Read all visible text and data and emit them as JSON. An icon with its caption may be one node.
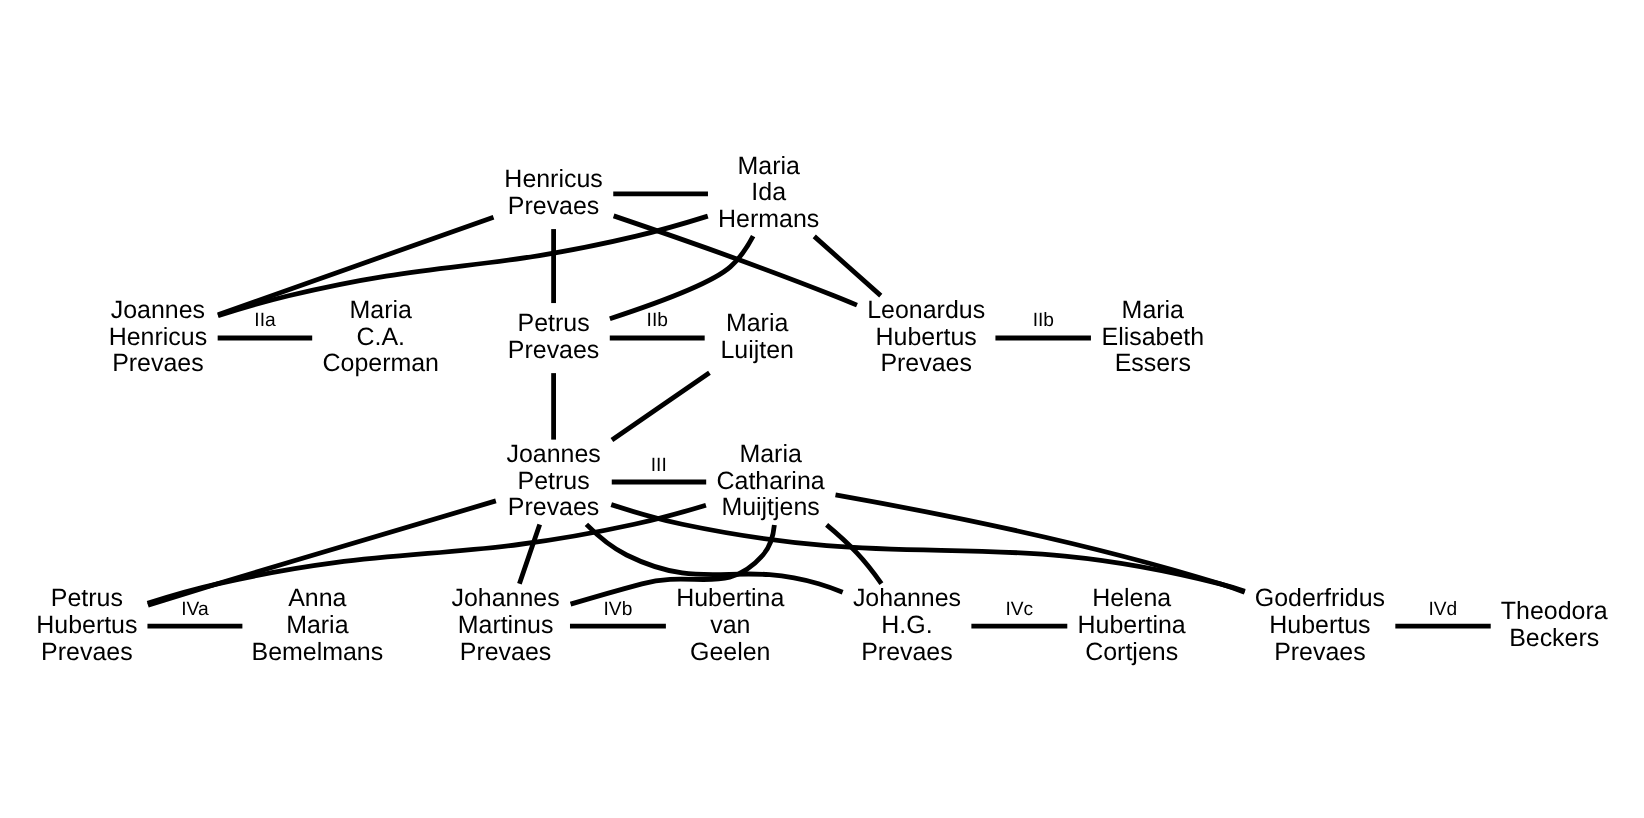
{
  "diagram": {
    "nodes": [
      {
        "text": [
          "Henricus Prevaes"
        ]
      },
      {
        "text": [
          "Maria Ida Hermans"
        ]
      },
      {
        "text": [
          "Joannes Henricus Prevaes"
        ]
      },
      {
        "text": [
          "Maria C.A. Coperman"
        ]
      },
      {
        "text": [
          "Petrus Prevaes"
        ]
      },
      {
        "text": [
          "Maria Luijten"
        ]
      },
      {
        "text": [
          "Leonardus Hubertus Prevaes"
        ]
      },
      {
        "text": [
          "Maria Elisabeth Essers"
        ]
      },
      {
        "text": [
          "Joannes Petrus Prevaes"
        ]
      },
      {
        "text": [
          "Maria Catharina Muijtjens"
        ]
      },
      {
        "text": [
          "Petrus Hubertus Prevaes"
        ]
      },
      {
        "text": [
          "Anna Maria Bemelmans"
        ]
      },
      {
        "text": [
          "Johannes Martinus Prevaes"
        ]
      },
      {
        "text": [
          "Hubertina van Geelen"
        ]
      },
      {
        "text": [
          "Johannes H.G. Prevaes"
        ]
      },
      {
        "text": [
          "Helena Hubertina Cortjens"
        ]
      },
      {
        "text": [
          "Goderfridus Hubertus Prevaes"
        ]
      },
      {
        "text": [
          "Theodora Beckers"
        ]
      }
    ],
    "edges": [
      {
        "from": 0,
        "to": 1,
        "arrow": "none"
      },
      {
        "from": 0,
        "to": 2,
        "arrow": "none"
      },
      {
        "from": 1,
        "to": 2,
        "arrow": "none"
      },
      {
        "from": 0,
        "to": 4,
        "arrow": "none"
      },
      {
        "from": 1,
        "to": 4,
        "arrow": "none"
      },
      {
        "from": 0,
        "to": 6,
        "arrow": "none"
      },
      {
        "from": 1,
        "to": 6,
        "arrow": "none"
      },
      {
        "from": 2,
        "to": 3,
        "arrow": "none",
        "label": "IIa"
      },
      {
        "from": 4,
        "to": 5,
        "arrow": "none",
        "label": "IIb"
      },
      {
        "from": 6,
        "to": 7,
        "arrow": "none",
        "label": "IIb"
      },
      {
        "from": 4,
        "to": 8,
        "arrow": "none"
      },
      {
        "from": 5,
        "to": 8,
        "arrow": "none"
      },
      {
        "from": 8,
        "to": 9,
        "arrow": "none",
        "label": "III"
      },
      {
        "from": 8,
        "to": 10,
        "arrow": "none"
      },
      {
        "from": 9,
        "to": 10,
        "arrow": "none"
      },
      {
        "from": 8,
        "to": 12,
        "arrow": "none"
      },
      {
        "from": 9,
        "to": 12,
        "arrow": "none"
      },
      {
        "from": 8,
        "to": 14,
        "arrow": "none"
      },
      {
        "from": 9,
        "to": 14,
        "arrow": "none"
      },
      {
        "from": 8,
        "to": 16,
        "arrow": "none"
      },
      {
        "from": 9,
        "to": 16,
        "arrow": "none"
      },
      {
        "from": 10,
        "to": 11,
        "arrow": "none",
        "label": "IVa"
      },
      {
        "from": 12,
        "to": 13,
        "arrow": "none",
        "label": "IVb"
      },
      {
        "from": 14,
        "to": 15,
        "arrow": "none",
        "label": "IVc"
      },
      {
        "from": 16,
        "to": 17,
        "arrow": "none",
        "label": "IVd"
      }
    ]
  }
}
